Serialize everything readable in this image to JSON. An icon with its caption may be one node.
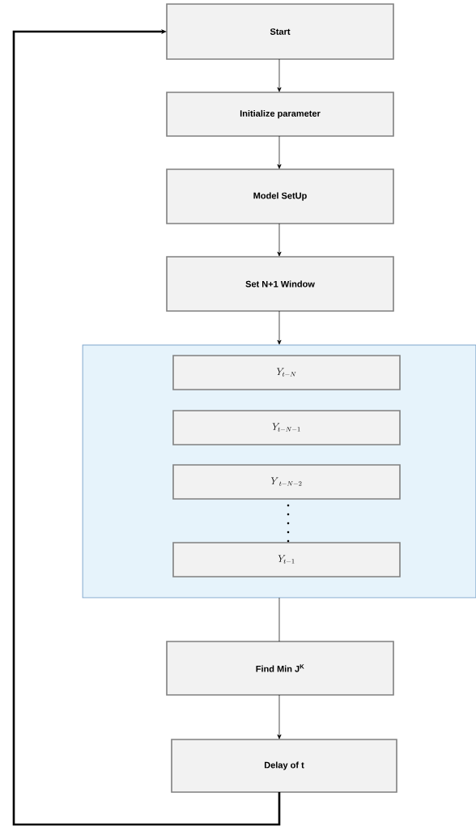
{
  "diagram": {
    "nodes": [
      {
        "text": [
          "Start"
        ]
      },
      {
        "text": [
          "Initialize parameter"
        ]
      },
      {
        "text": [
          "Model SetUp"
        ]
      },
      {
        "text": [
          "Set N+1 Window"
        ]
      },
      {
        "text": [],
        "shape": "box"
      },
      {
        "text": [
          "Y_{t-N}"
        ],
        "in": 4
      },
      {
        "text": [
          "Y_{t-N-1}"
        ],
        "in": 4
      },
      {
        "text": [
          "Y_{\\ t-N-2}"
        ],
        "in": 4
      },
      {
        "text": [
          "Y_{t-1}"
        ],
        "in": 4
      },
      {
        "text": [
          "Find Min J$^{K}$"
        ]
      },
      {
        "text": [
          "Delay of t"
        ]
      }
    ],
    "edges": [
      {
        "from": 0,
        "to": 1,
        "arrow": "to"
      },
      {
        "from": 1,
        "to": 2,
        "arrow": "to"
      },
      {
        "from": 2,
        "to": 3,
        "arrow": "to"
      },
      {
        "from": 3,
        "to": 4,
        "arrow": "to"
      },
      {
        "from": 4,
        "to": 9,
        "arrow": "none"
      },
      {
        "from": 9,
        "to": 10,
        "arrow": "to"
      },
      {
        "from": 10,
        "to": 0,
        "arrow": "to",
        "style": "thick"
      }
    ]
  }
}
